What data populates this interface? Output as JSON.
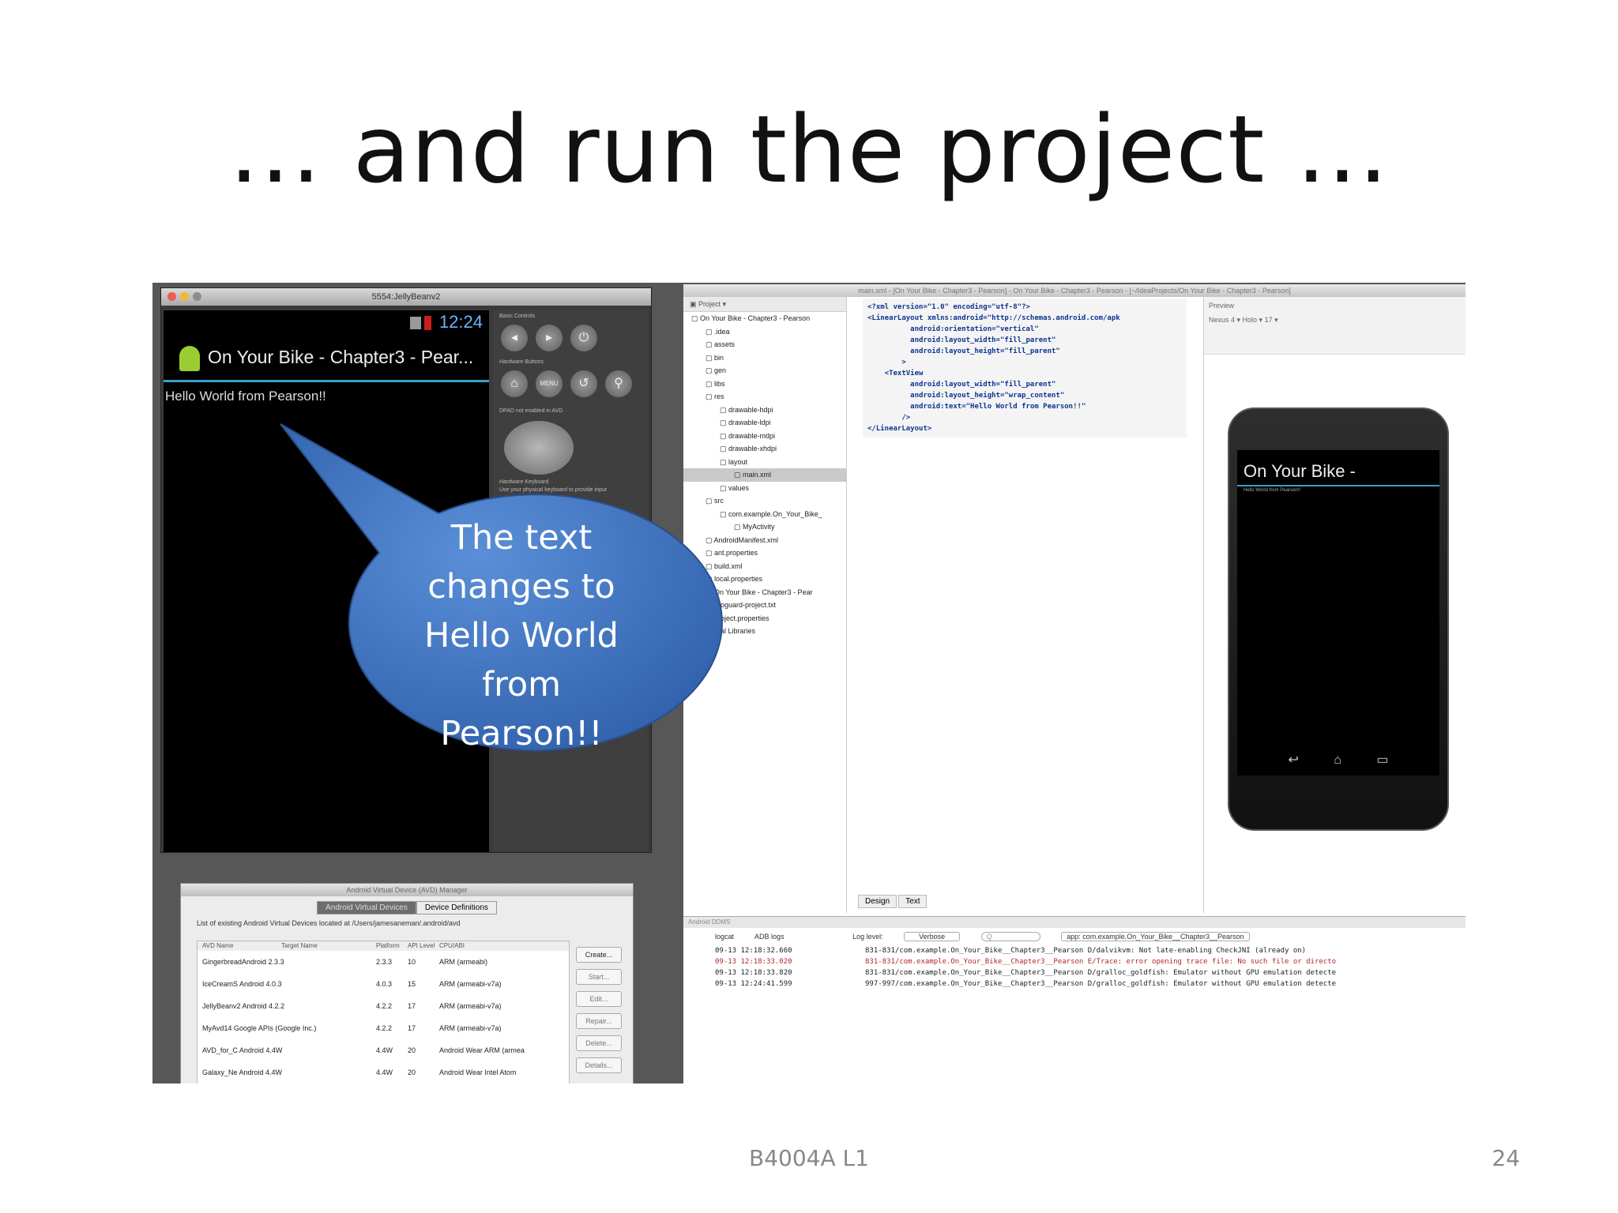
{
  "slide": {
    "title": "… and run the project …",
    "footer": "B4004A L1",
    "page_number": "24"
  },
  "emulator": {
    "window_title": "5554:JellyBeanv2",
    "clock": "12:24",
    "app_title": "On Your Bike - Chapter3 - Pear...",
    "hello_text": "Hello World from Pearson!!",
    "basic_controls_label": "Basic Controls",
    "hardware_buttons_label": "Hardware Buttons",
    "dpad_label": "DPAD not enabled in AVD",
    "keyboard_label": "Hardware Keyboard",
    "keyboard_hint": "Use your physical keyboard to provide input",
    "menu_label": "MENU"
  },
  "callout": {
    "lines": [
      "The text",
      "changes to",
      "Hello World",
      "from",
      "Pearson!!"
    ],
    "color": "#3a6fbd"
  },
  "avd_manager": {
    "title": "Android Virtual Device (AVD) Manager",
    "tabs": [
      "Android Virtual Devices",
      "Device Definitions"
    ],
    "path": "List of existing Android Virtual Devices located at /Users/jamesaneman/.android/avd",
    "headers": [
      "AVD Name",
      "Target Name",
      "Platform",
      "API Level",
      "CPU/ABI"
    ],
    "rows": [
      {
        "name": "GingerbreadAndroid 2.3.3",
        "platform": "2.3.3",
        "api": "10",
        "cpu": "ARM (armeabi)"
      },
      {
        "name": "IceCreamS Android 4.0.3",
        "platform": "4.0.3",
        "api": "15",
        "cpu": "ARM (armeabi-v7a)"
      },
      {
        "name": "JellyBeanv2 Android 4.2.2",
        "platform": "4.2.2",
        "api": "17",
        "cpu": "ARM (armeabi-v7a)"
      },
      {
        "name": "MyAvd14   Google APIs (Google Inc.)",
        "platform": "4.2.2",
        "api": "17",
        "cpu": "ARM (armeabi-v7a)"
      },
      {
        "name": "AVD_for_C Android 4.4W",
        "platform": "4.4W",
        "api": "20",
        "cpu": "Android Wear ARM (armea"
      },
      {
        "name": "Galaxy_Ne Android 4.4W",
        "platform": "4.4W",
        "api": "20",
        "cpu": "Android Wear Intel Atom"
      }
    ],
    "buttons": [
      "Create...",
      "Start...",
      "Edit...",
      "Repair...",
      "Delete...",
      "Details..."
    ]
  },
  "ide": {
    "window_title": "main.xml - [On Your Bike - Chapter3 - Pearson] - On Your Bike - Chapter3 - Pearson - [~/IdeaProjects/On Your Bike - Chapter3 - Pearson]",
    "project_label": "Project",
    "tree": [
      "On Your Bike - Chapter3 - Pearson",
      "  .idea",
      "  assets",
      "  bin",
      "  gen",
      "  libs",
      "  res",
      "    drawable-hdpi",
      "    drawable-ldpi",
      "    drawable-mdpi",
      "    drawable-xhdpi",
      "    layout",
      "      main.xml",
      "    values",
      "  src",
      "    com.example.On_Your_Bike_",
      "      MyActivity",
      "  AndroidManifest.xml",
      "  ant.properties",
      "  build.xml",
      "  local.properties",
      "  On Your Bike - Chapter3 - Pear",
      "  proguard-project.txt",
      "  project.properties",
      "External Libraries"
    ],
    "code_lines": [
      "<?xml version=\"1.0\" encoding=\"utf-8\"?>",
      "<LinearLayout xmlns:android=\"http://schemas.android.com/apk",
      "          android:orientation=\"vertical\"",
      "          android:layout_width=\"fill_parent\"",
      "          android:layout_height=\"fill_parent\"",
      "        >",
      "    <TextView",
      "          android:layout_width=\"fill_parent\"",
      "          android:layout_height=\"wrap_content\"",
      "          android:text=\"Hello World from Pearson!!\"",
      "        />",
      "</LinearLayout>"
    ],
    "editor_tabs": [
      "Design",
      "Text"
    ],
    "preview_label": "Preview",
    "preview_toolbar": "Nexus 4 ▾   Holo ▾   17 ▾",
    "preview_app_title": "On Your Bike -",
    "preview_hello": "Hello World from Pearson!!",
    "logcat": {
      "title": "Android DDMS",
      "tabs": [
        "logcat",
        "ADB logs"
      ],
      "log_level_label": "Log level:",
      "log_level_value": "Verbose",
      "search_placeholder": "Q",
      "app_filter": "app: com.example.On_Your_Bike__Chapter3__Pearson",
      "lines": [
        {
          "time": "09-13 12:18:32.660",
          "msg": "831-831/com.example.On_Your_Bike__Chapter3__Pearson D/dalvikvm: Not late-enabling CheckJNI (already on)",
          "kind": "dbg"
        },
        {
          "time": "09-13 12:18:33.020",
          "msg": "831-831/com.example.On_Your_Bike__Chapter3__Pearson E/Trace: error opening trace file: No such file or directo",
          "kind": "err"
        },
        {
          "time": "09-13 12:18:33.820",
          "msg": "831-831/com.example.On_Your_Bike__Chapter3__Pearson D/gralloc_goldfish: Emulator without GPU emulation detecte",
          "kind": "dbg"
        },
        {
          "time": "09-13 12:24:41.599",
          "msg": "997-997/com.example.On_Your_Bike__Chapter3__Pearson D/gralloc_goldfish: Emulator without GPU emulation detecte",
          "kind": "dbg"
        }
      ]
    }
  }
}
